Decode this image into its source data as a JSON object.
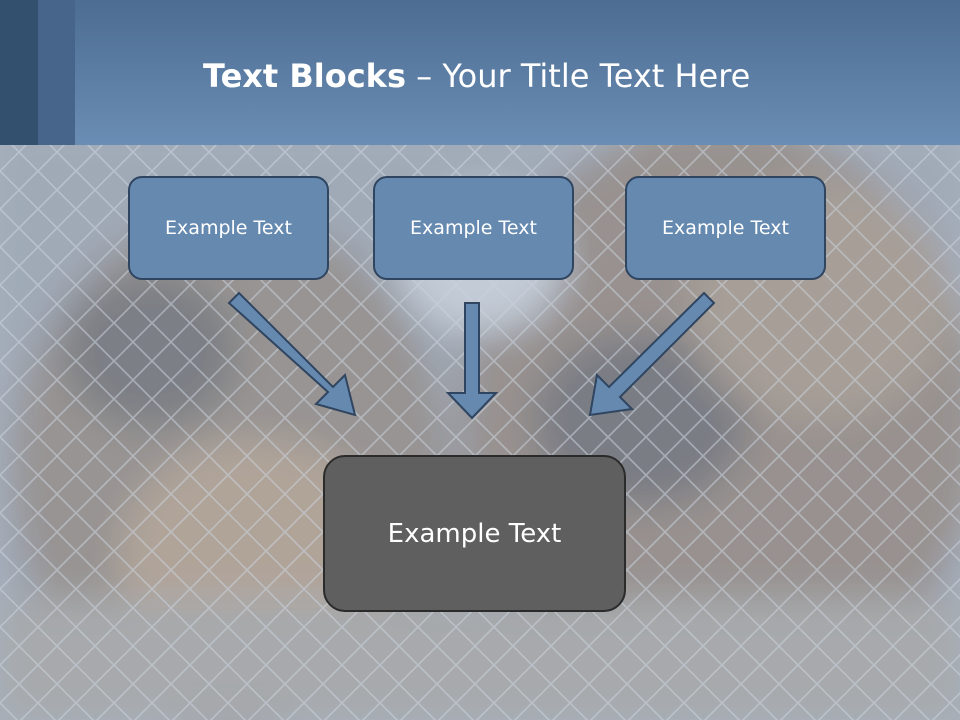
{
  "slide": {
    "title_bold": "Text Blocks",
    "title_rest": " – Your Title Text Here",
    "blocks": [
      {
        "label": "Example Text"
      },
      {
        "label": "Example Text"
      },
      {
        "label": "Example Text"
      }
    ],
    "main_block": {
      "label": "Example Text"
    }
  },
  "colors": {
    "header": "#5a7ca3",
    "block_fill": "#6689b0",
    "block_border": "#2f4560",
    "main_block_fill": "#5f5f5f",
    "arrow_fill": "#6689b0"
  },
  "icons": {
    "arrow_left": "down-right-arrow-icon",
    "arrow_center": "down-arrow-icon",
    "arrow_right": "down-left-arrow-icon"
  }
}
